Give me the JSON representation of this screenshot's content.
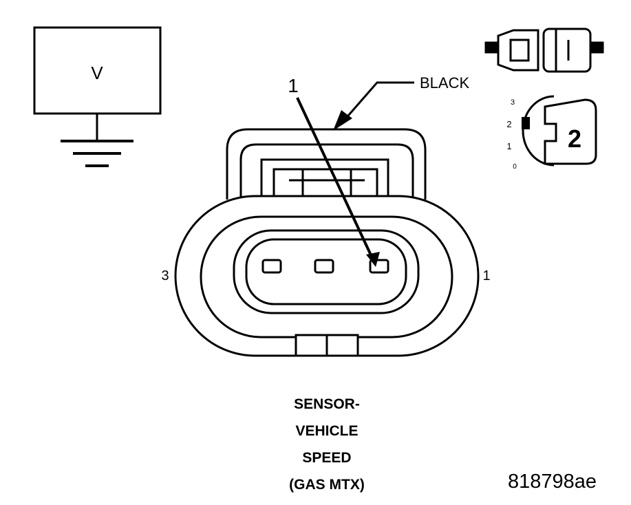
{
  "voltmeter": {
    "label": "V"
  },
  "connector": {
    "callout_pin": "1",
    "color_label": "BLACK",
    "left_pin": "3",
    "right_pin": "1"
  },
  "probe_inset": {
    "scale_labels": [
      "3",
      "2",
      "1",
      "0"
    ],
    "position": "2"
  },
  "caption": [
    "SENSOR-",
    "VEHICLE",
    "SPEED",
    "(GAS MTX)"
  ],
  "figure_id": "818798ae"
}
